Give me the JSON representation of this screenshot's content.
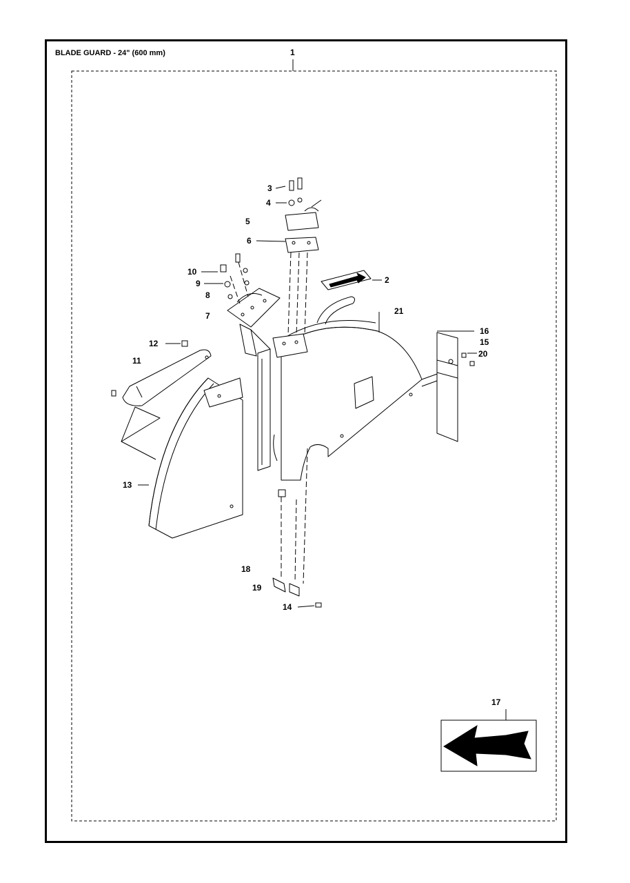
{
  "title": "BLADE GUARD - 24\" (600 mm)",
  "callouts": [
    {
      "id": "c1",
      "text": "1"
    },
    {
      "id": "c2",
      "text": "2"
    },
    {
      "id": "c3",
      "text": "3"
    },
    {
      "id": "c4",
      "text": "4"
    },
    {
      "id": "c5",
      "text": "5"
    },
    {
      "id": "c6",
      "text": "6"
    },
    {
      "id": "c7",
      "text": "7"
    },
    {
      "id": "c8",
      "text": "8"
    },
    {
      "id": "c9",
      "text": "9"
    },
    {
      "id": "c10",
      "text": "10"
    },
    {
      "id": "c11",
      "text": "11"
    },
    {
      "id": "c12",
      "text": "12"
    },
    {
      "id": "c13",
      "text": "13"
    },
    {
      "id": "c14",
      "text": "14"
    },
    {
      "id": "c15",
      "text": "15"
    },
    {
      "id": "c16",
      "text": "16"
    },
    {
      "id": "c17",
      "text": "17"
    },
    {
      "id": "c18",
      "text": "18"
    },
    {
      "id": "c19",
      "text": "19"
    },
    {
      "id": "c20",
      "text": "20"
    },
    {
      "id": "c21",
      "text": "21"
    }
  ]
}
